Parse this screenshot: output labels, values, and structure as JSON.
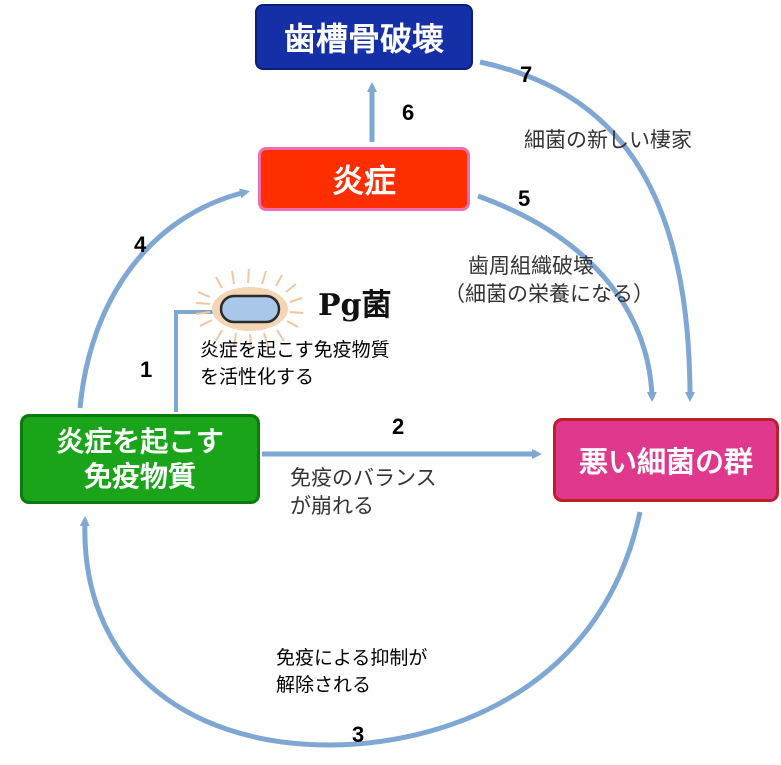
{
  "nodes": {
    "alveolar_bone_destruction": "歯槽骨破壊",
    "inflammation": "炎症",
    "inflammatory_immune_substance": [
      "炎症を起こす",
      "免疫物質"
    ],
    "bad_bacteria_group": "悪い細菌の群"
  },
  "steps": {
    "s1": "1",
    "s2": "2",
    "s3": "3",
    "s4": "4",
    "s5": "5",
    "s6": "6",
    "s7": "7"
  },
  "labels": {
    "pg_bacteria": "Pg菌",
    "activate": [
      "炎症を起こす免疫物質",
      "を活性化する"
    ],
    "immune_balance": [
      "免疫のバランス",
      "が崩れる"
    ],
    "suppression_released": [
      "免疫による抑制が",
      "解除される"
    ],
    "periodontal_tissue_destruction": [
      "歯周組織破壊",
      "（細菌の栄養になる）"
    ],
    "new_habitat": "細菌の新しい棲家"
  },
  "colors": {
    "arrow": "#7fa7d4",
    "bone_box": "#1530a6",
    "inflammation_box": "#ff2e00",
    "immune_box": "#1aa41a",
    "bacteria_box": "#e0388c",
    "pg_body": "#a9c7e8",
    "pg_rays": "#f2c6a0"
  }
}
